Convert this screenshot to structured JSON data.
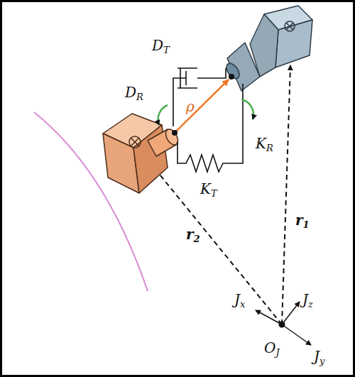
{
  "diagram": {
    "labels": [
      "DT",
      "DR",
      "ρ",
      "KR",
      "KT",
      "r1",
      "r2",
      "Jx",
      "Jz",
      "Jy",
      "OJ"
    ]
  }
}
